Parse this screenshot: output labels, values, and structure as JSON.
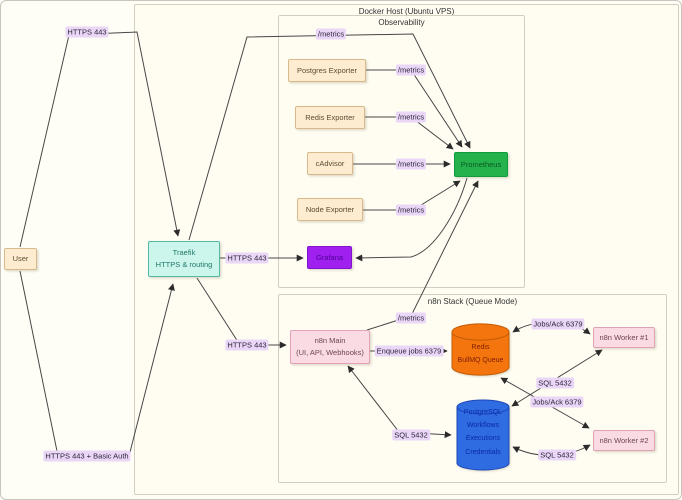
{
  "containers": {
    "docker_host": "Docker Host (Ubuntu VPS)",
    "observability": "Observability",
    "n8n_stack": "n8n Stack (Queue Mode)"
  },
  "nodes": {
    "user": "User",
    "traefik": {
      "title": "Traefik",
      "subtitle": "HTTPS & routing"
    },
    "postgres_exporter": "Postgres Exporter",
    "redis_exporter": "Redis Exporter",
    "cadvisor": "cAdvisor",
    "node_exporter": "Node Exporter",
    "prometheus": "Prometheus",
    "grafana": "Grafana",
    "n8n_main": {
      "title": "n8n Main",
      "subtitle": "(UI, API, Webhooks)"
    },
    "redis_queue": {
      "title": "Redis",
      "subtitle": "BullMQ Queue"
    },
    "postgres_db": {
      "lines": [
        "PostgreSQL",
        "Workflows",
        "Executions",
        "Credentials"
      ]
    },
    "worker_1": "n8n Worker #1",
    "worker_2": "n8n Worker #2"
  },
  "edge_labels": {
    "user_https": "HTTPS 443",
    "user_https_basic": "HTTPS 443 + Basic Auth",
    "traefik_metrics": "/metrics",
    "postgres_exporter_metrics": "/metrics",
    "redis_exporter_metrics": "/metrics",
    "cadvisor_metrics": "/metrics",
    "node_exporter_metrics": "/metrics",
    "n8n_metrics": "/metrics",
    "grafana_https": "HTTPS 443",
    "n8n_https": "HTTPS 443",
    "enqueue_jobs": "Enqueue jobs 6379",
    "worker1_jobs_ack": "Jobs/Ack 6379",
    "worker2_jobs_ack": "Jobs/Ack 6379",
    "main_sql": "SQL 5432",
    "worker1_sql": "SQL 5432",
    "worker2_sql": "SQL 5432"
  },
  "colors": {
    "canvas_bg": "#fffef6",
    "container_border": "#d3cec0",
    "beige_fill": "#fdeccf",
    "teal_fill": "#ccf5ec",
    "green_fill": "#25b14b",
    "purple_fill": "#a020f0",
    "pink_fill": "#fadbe3",
    "orange_fill": "#f4740e",
    "blue_fill": "#2f6be1",
    "edge_label_bg": "#ead7f8",
    "edge_color": "#383838"
  }
}
